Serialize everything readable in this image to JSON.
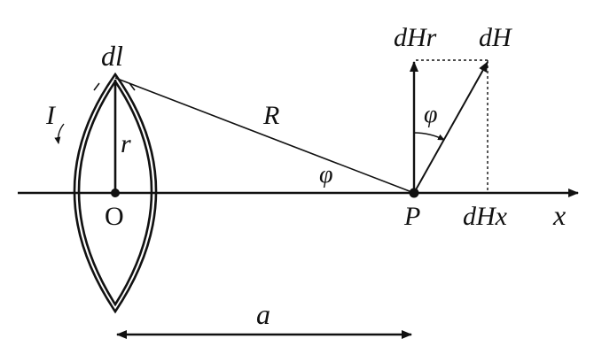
{
  "labels": {
    "dl": "dl",
    "I": "I",
    "r": "r",
    "O": "O",
    "R": "R",
    "phi_triangle": "φ",
    "phi_vector": "φ",
    "dHr": "dHr",
    "dH": "dH",
    "P": "P",
    "dHx": "dHx",
    "x": "x",
    "a": "a"
  }
}
